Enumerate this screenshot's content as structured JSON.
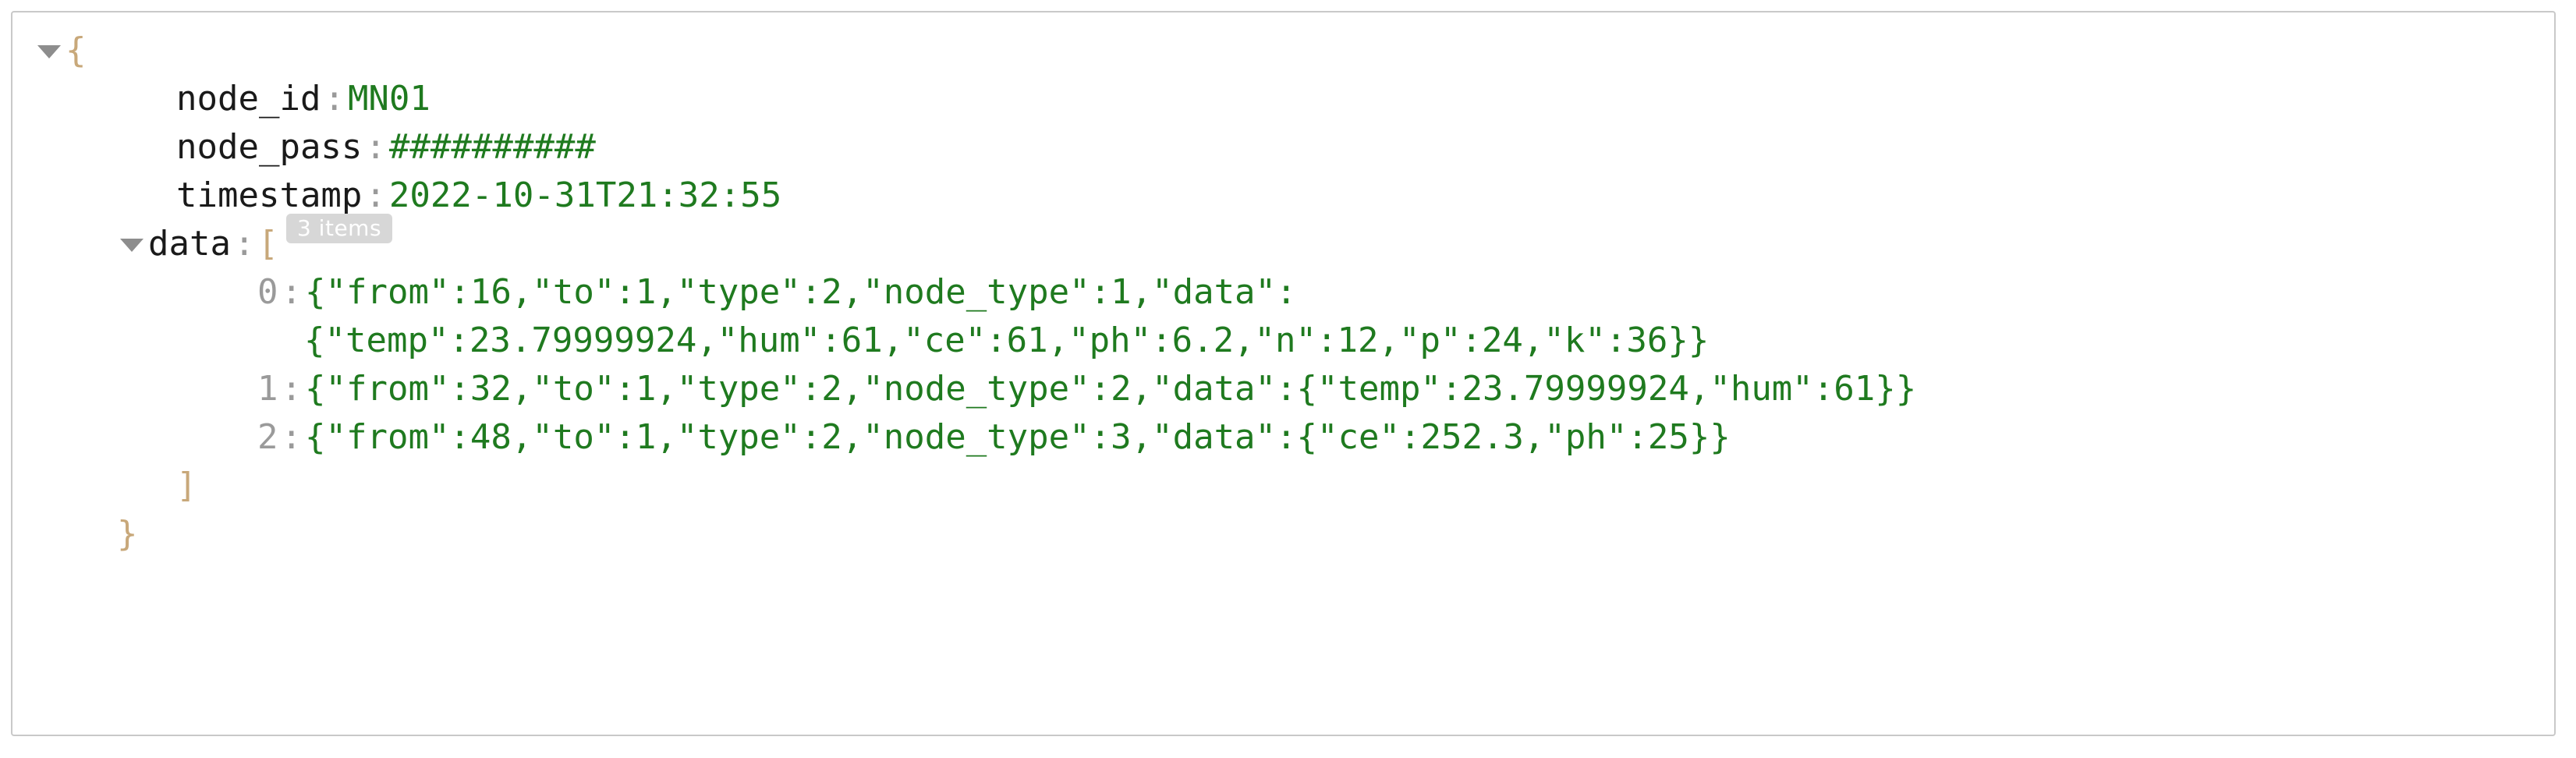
{
  "viewer": {
    "name": "json-tree-viewer",
    "root_open_brace": "{",
    "root_close_brace": "}",
    "array_open_bracket": "[",
    "array_close_bracket": "]",
    "colon": ":",
    "twisty_icon": "triangle-down-icon",
    "colors": {
      "key": "#1a1a1a",
      "value": "#1f7a1f",
      "punctuation": "#c8a87a",
      "index": "#9a9a9a",
      "badge_bg": "#d7d7d7",
      "badge_text": "#ffffff",
      "panel_border": "#c9c9c9",
      "background": "#ffffff"
    }
  },
  "fields": [
    {
      "key": "node_id",
      "value": "MN01"
    },
    {
      "key": "node_pass",
      "value": "##########"
    },
    {
      "key": "timestamp",
      "value": "2022-10-31T21:32:55"
    }
  ],
  "data_node": {
    "key": "data",
    "badge": "3 items",
    "items": [
      {
        "index": "0",
        "line1": "{\"from\":16,\"to\":1,\"type\":2,\"node_type\":1,\"data\":",
        "line2": "{\"temp\":23.79999924,\"hum\":61,\"ce\":61,\"ph\":6.2,\"n\":12,\"p\":24,\"k\":36}}"
      },
      {
        "index": "1",
        "line1": "{\"from\":32,\"to\":1,\"type\":2,\"node_type\":2,\"data\":{\"temp\":23.79999924,\"hum\":61}}",
        "line2": ""
      },
      {
        "index": "2",
        "line1": "{\"from\":48,\"to\":1,\"type\":2,\"node_type\":3,\"data\":{\"ce\":252.3,\"ph\":25}}",
        "line2": ""
      }
    ]
  }
}
